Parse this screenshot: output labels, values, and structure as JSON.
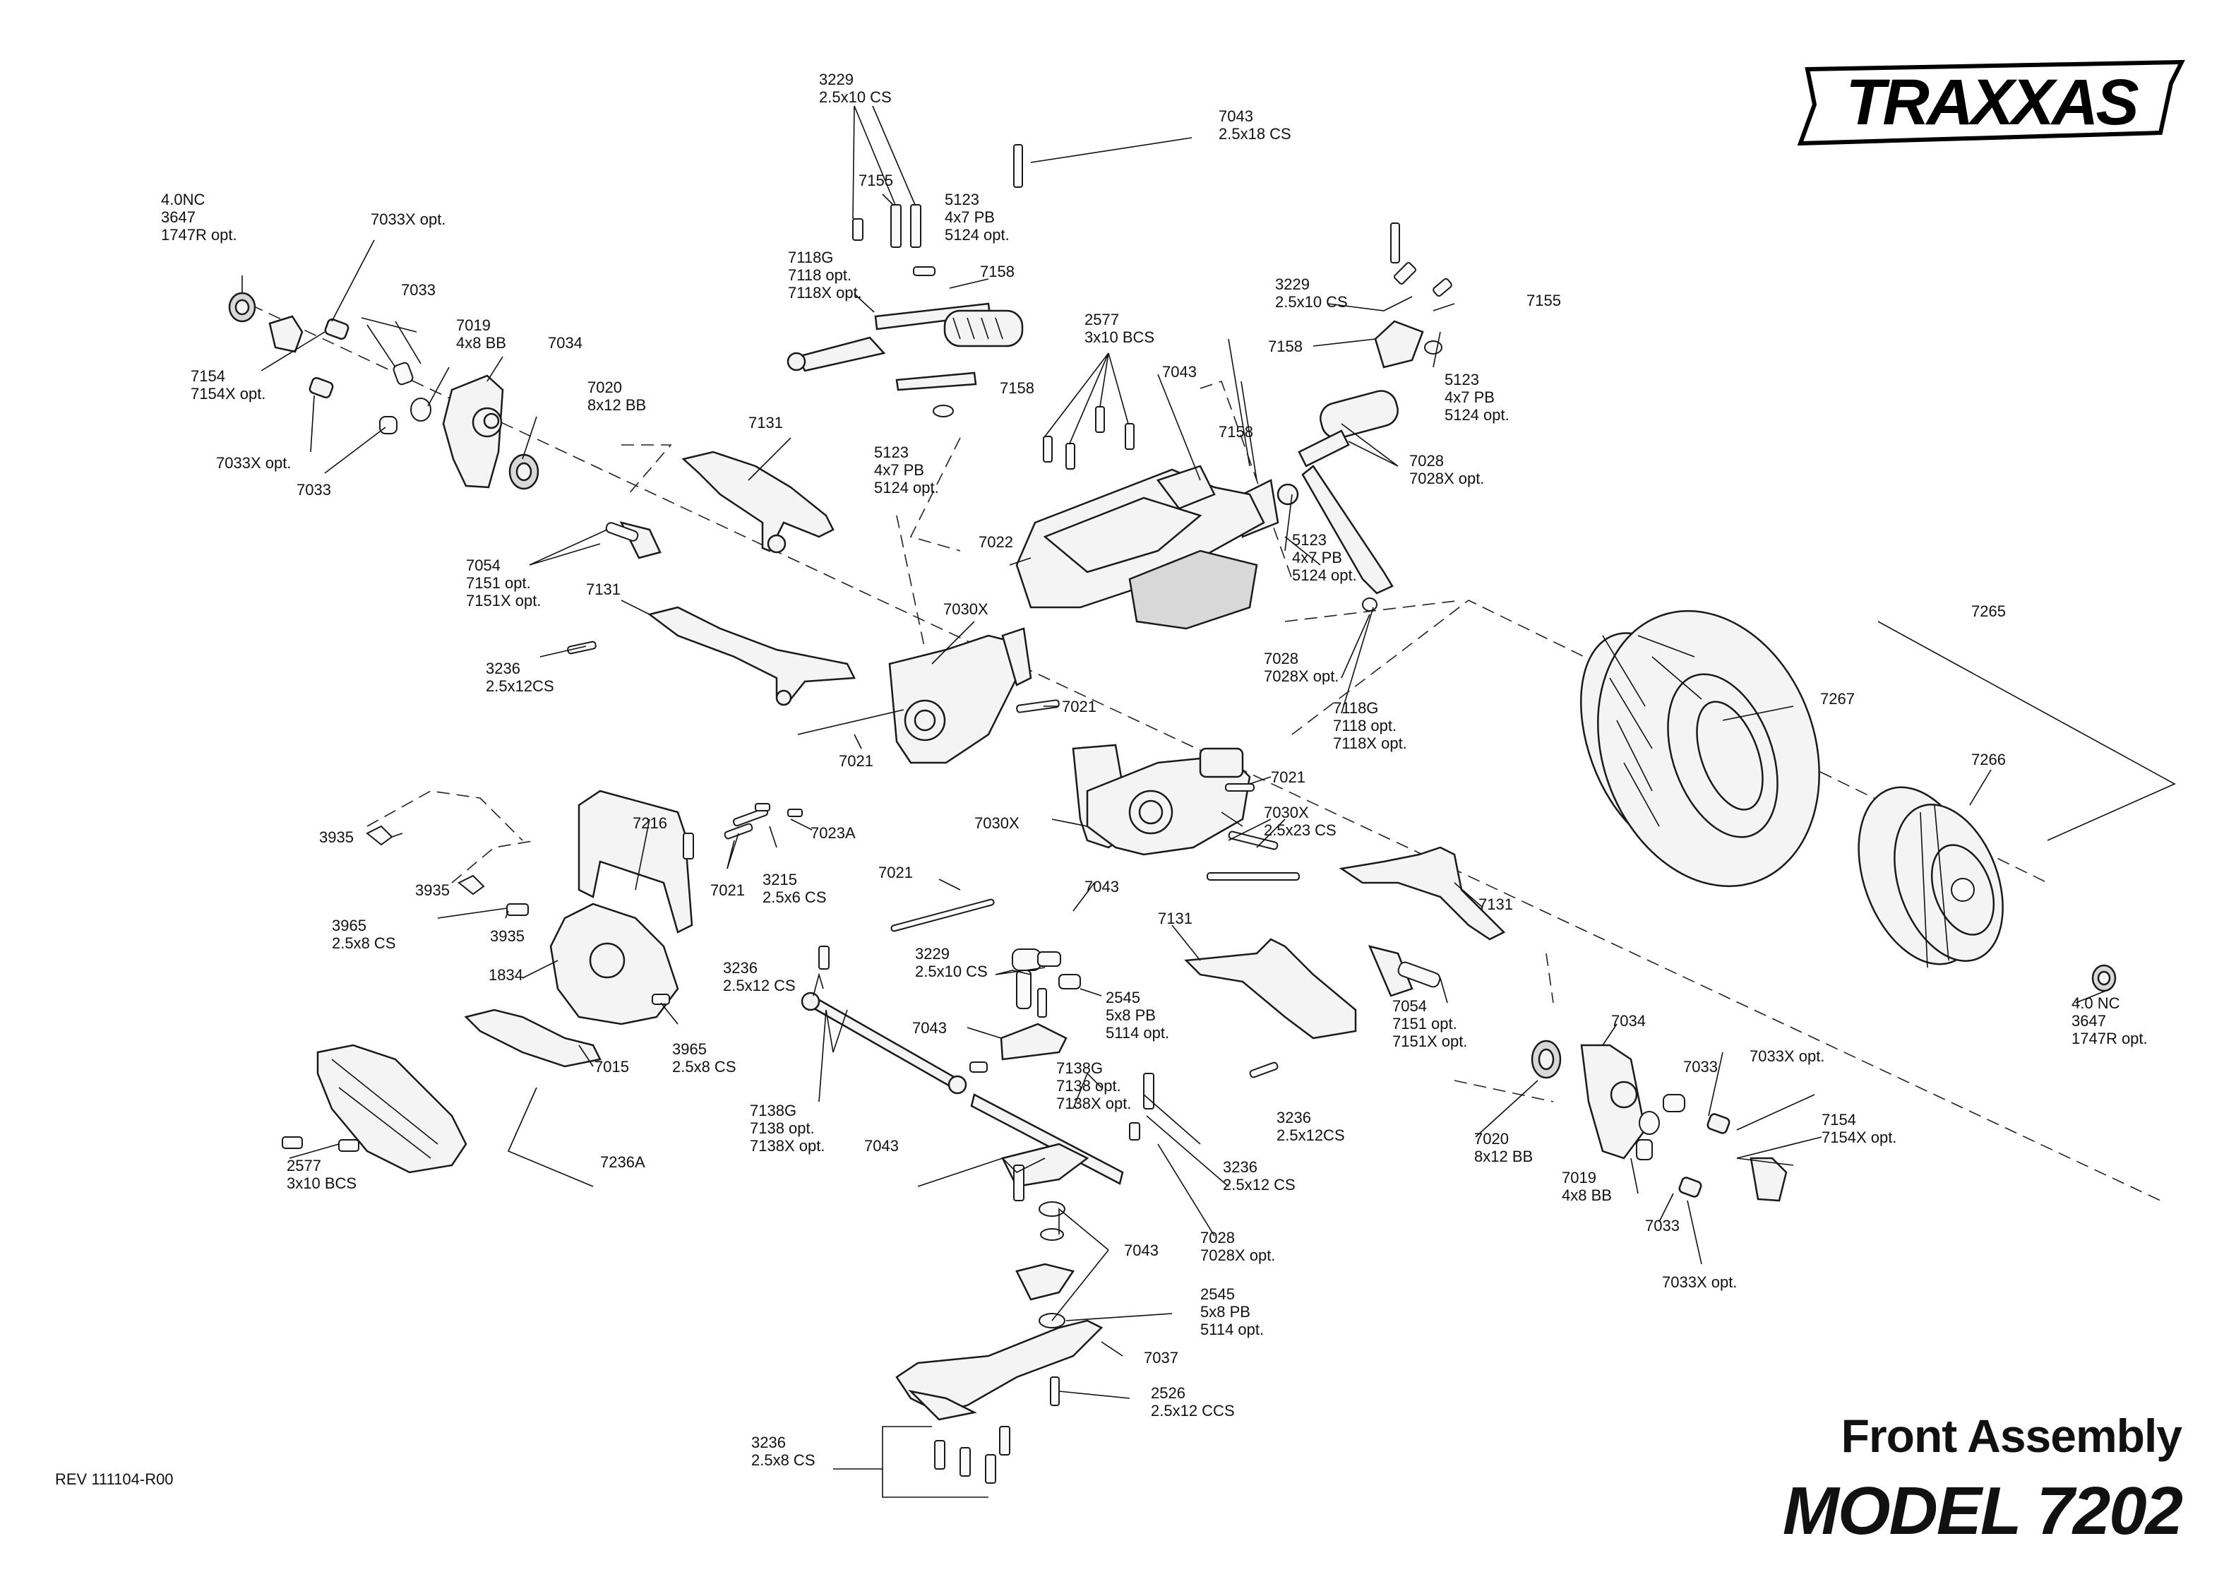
{
  "brand": {
    "name": "TRAXXAS"
  },
  "title": "Front Assembly",
  "model": "MODEL 7202",
  "revision": "REV 111104-R00",
  "callouts": [
    {
      "id": "c-3229-top",
      "lines": [
        "3229",
        "2.5x10 CS"
      ]
    },
    {
      "id": "c-7043-top",
      "lines": [
        "7043",
        "2.5x18 CS"
      ]
    },
    {
      "id": "c-4nc-left",
      "lines": [
        "4.0NC",
        "3647",
        "1747R opt."
      ]
    },
    {
      "id": "c-7033x-left-top",
      "lines": [
        "7033X opt."
      ]
    },
    {
      "id": "c-7155-left",
      "lines": [
        "7155"
      ]
    },
    {
      "id": "c-5123-top",
      "lines": [
        "5123",
        "4x7 PB",
        "5124 opt."
      ]
    },
    {
      "id": "c-7118g-top",
      "lines": [
        "7118G",
        "7118 opt.",
        "7118X opt."
      ]
    },
    {
      "id": "c-7158-top",
      "lines": [
        "7158"
      ]
    },
    {
      "id": "c-7033-left-top",
      "lines": [
        "7033"
      ]
    },
    {
      "id": "c-7019-left",
      "lines": [
        "7019",
        "4x8 BB"
      ]
    },
    {
      "id": "c-7034-left",
      "lines": [
        "7034"
      ]
    },
    {
      "id": "c-2577-mid",
      "lines": [
        "2577",
        "3x10 BCS"
      ]
    },
    {
      "id": "c-3229-right",
      "lines": [
        "3229",
        "2.5x10 CS"
      ]
    },
    {
      "id": "c-7155-right",
      "lines": [
        "7155"
      ]
    },
    {
      "id": "c-7158-right",
      "lines": [
        "7158"
      ]
    },
    {
      "id": "c-7154-left",
      "lines": [
        "7154",
        "7154X opt."
      ]
    },
    {
      "id": "c-7020-left",
      "lines": [
        "7020",
        "8x12 BB"
      ]
    },
    {
      "id": "c-7158-mid",
      "lines": [
        "7158"
      ]
    },
    {
      "id": "c-7043-mid",
      "lines": [
        "7043"
      ]
    },
    {
      "id": "c-5123-right",
      "lines": [
        "5123",
        "4x7 PB",
        "5124 opt."
      ]
    },
    {
      "id": "c-7131-top",
      "lines": [
        "7131"
      ]
    },
    {
      "id": "c-7158-mid2",
      "lines": [
        "7158"
      ]
    },
    {
      "id": "c-7033x-left-bot",
      "lines": [
        "7033X opt."
      ]
    },
    {
      "id": "c-7033-left-bot",
      "lines": [
        "7033"
      ]
    },
    {
      "id": "c-5123-mid",
      "lines": [
        "5123",
        "4x7 PB",
        "5124 opt."
      ]
    },
    {
      "id": "c-7028-right",
      "lines": [
        "7028",
        "7028X opt."
      ]
    },
    {
      "id": "c-7022",
      "lines": [
        "7022"
      ]
    },
    {
      "id": "c-7054-left",
      "lines": [
        "7054",
        "7151 opt.",
        "7151X opt."
      ]
    },
    {
      "id": "c-5123-right2",
      "lines": [
        "5123",
        "4x7 PB",
        "5124 opt."
      ]
    },
    {
      "id": "c-7131-mid",
      "lines": [
        "7131"
      ]
    },
    {
      "id": "c-7030x-top",
      "lines": [
        "7030X"
      ]
    },
    {
      "id": "c-7265",
      "lines": [
        "7265"
      ]
    },
    {
      "id": "c-3236-left",
      "lines": [
        "3236",
        "2.5x12CS"
      ]
    },
    {
      "id": "c-7028-mid",
      "lines": [
        "7028",
        "7028X opt."
      ]
    },
    {
      "id": "c-7267",
      "lines": [
        "7267"
      ]
    },
    {
      "id": "c-7021-right",
      "lines": [
        "7021"
      ]
    },
    {
      "id": "c-7118g-mid",
      "lines": [
        "7118G",
        "7118 opt.",
        "7118X opt."
      ]
    },
    {
      "id": "c-7021-left",
      "lines": [
        "7021"
      ]
    },
    {
      "id": "c-7266",
      "lines": [
        "7266"
      ]
    },
    {
      "id": "c-7021-mid",
      "lines": [
        "7021"
      ]
    },
    {
      "id": "c-7216",
      "lines": [
        "7216"
      ]
    },
    {
      "id": "c-7030x-mid",
      "lines": [
        "7030X"
      ]
    },
    {
      "id": "c-7030x-right",
      "lines": [
        "7030X",
        "2.5x23 CS"
      ]
    },
    {
      "id": "c-3935-left",
      "lines": [
        "3935"
      ]
    },
    {
      "id": "c-7023a",
      "lines": [
        "7023A"
      ]
    },
    {
      "id": "c-3215",
      "lines": [
        "3215",
        "2.5x6 CS"
      ]
    },
    {
      "id": "c-7021-low",
      "lines": [
        "7021"
      ]
    },
    {
      "id": "c-3935-mid",
      "lines": [
        "3935"
      ]
    },
    {
      "id": "c-7021-low2",
      "lines": [
        "7021"
      ]
    },
    {
      "id": "c-7043-low",
      "lines": [
        "7043"
      ]
    },
    {
      "id": "c-7131-right",
      "lines": [
        "7131"
      ]
    },
    {
      "id": "c-7131-low",
      "lines": [
        "7131"
      ]
    },
    {
      "id": "c-3965-top",
      "lines": [
        "3965",
        "2.5x8 CS"
      ]
    },
    {
      "id": "c-3935-low",
      "lines": [
        "3935"
      ]
    },
    {
      "id": "c-3229-low",
      "lines": [
        "3229",
        "2.5x10 CS"
      ]
    },
    {
      "id": "c-1834",
      "lines": [
        "1834"
      ]
    },
    {
      "id": "c-3236-mid",
      "lines": [
        "3236",
        "2.5x12 CS"
      ]
    },
    {
      "id": "c-2545-top",
      "lines": [
        "2545",
        "5x8 PB",
        "5114 opt."
      ]
    },
    {
      "id": "c-4nc-right",
      "lines": [
        "4.0 NC",
        "3647",
        "1747R opt."
      ]
    },
    {
      "id": "c-7054-right",
      "lines": [
        "7054",
        "7151 opt.",
        "7151X opt."
      ]
    },
    {
      "id": "c-7034-right",
      "lines": [
        "7034"
      ]
    },
    {
      "id": "c-7043-low2",
      "lines": [
        "7043"
      ]
    },
    {
      "id": "c-3965-low",
      "lines": [
        "3965",
        "2.5x8 CS"
      ]
    },
    {
      "id": "c-7015",
      "lines": [
        "7015"
      ]
    },
    {
      "id": "c-7033-right-top",
      "lines": [
        "7033"
      ]
    },
    {
      "id": "c-7033x-right-top",
      "lines": [
        "7033X opt."
      ]
    },
    {
      "id": "c-7138g-mid",
      "lines": [
        "7138G",
        "7138 opt.",
        "7138X opt."
      ]
    },
    {
      "id": "c-7138g-left",
      "lines": [
        "7138G",
        "7138 opt.",
        "7138X opt."
      ]
    },
    {
      "id": "c-7154-right",
      "lines": [
        "7154",
        "7154X opt."
      ]
    },
    {
      "id": "c-3236-right",
      "lines": [
        "3236",
        "2.5x12CS"
      ]
    },
    {
      "id": "c-7043-low3",
      "lines": [
        "7043"
      ]
    },
    {
      "id": "c-7020-right",
      "lines": [
        "7020",
        "8x12 BB"
      ]
    },
    {
      "id": "c-2577-low",
      "lines": [
        "2577",
        "3x10 BCS"
      ]
    },
    {
      "id": "c-7236a",
      "lines": [
        "7236A"
      ]
    },
    {
      "id": "c-3236-low",
      "lines": [
        "3236",
        "2.5x12 CS"
      ]
    },
    {
      "id": "c-7019-right",
      "lines": [
        "7019",
        "4x8 BB"
      ]
    },
    {
      "id": "c-7033-right-bot",
      "lines": [
        "7033"
      ]
    },
    {
      "id": "c-7028-low",
      "lines": [
        "7028",
        "7028X opt."
      ]
    },
    {
      "id": "c-7043-low4",
      "lines": [
        "7043"
      ]
    },
    {
      "id": "c-7033x-right-bot",
      "lines": [
        "7033X opt."
      ]
    },
    {
      "id": "c-2545-low",
      "lines": [
        "2545",
        "5x8 PB",
        "5114 opt."
      ]
    },
    {
      "id": "c-7037",
      "lines": [
        "7037"
      ]
    },
    {
      "id": "c-2526",
      "lines": [
        "2526",
        "2.5x12 CCS"
      ]
    },
    {
      "id": "c-3236-bottom",
      "lines": [
        "3236",
        "2.5x8 CS"
      ]
    }
  ]
}
